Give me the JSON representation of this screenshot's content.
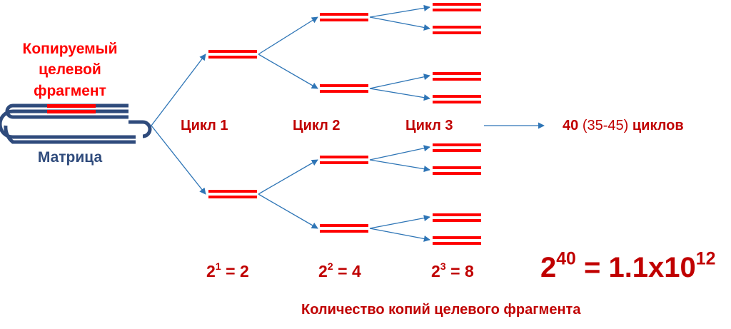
{
  "template": {
    "label_lines": [
      "Копируемый",
      "целевой",
      "фрагмент"
    ],
    "caption": "Матрица"
  },
  "cycles": [
    "Цикл 1",
    "Цикл 2",
    "Цикл 3"
  ],
  "total_cycles": {
    "count": "40",
    "range": "(35-45)",
    "unit": "циклов"
  },
  "powers": [
    {
      "base": "2",
      "exp": "1",
      "result": "= 2"
    },
    {
      "base": "2",
      "exp": "2",
      "result": "= 4"
    },
    {
      "base": "2",
      "exp": "3",
      "result": "= 8"
    }
  ],
  "final_power": {
    "base": "2",
    "exp": "40",
    "result": "= 1.1x10",
    "result_exp": "12"
  },
  "footer": "Количество копий целевого фрагмента",
  "colors": {
    "accent_red": "#c00000",
    "strand_red": "#ff0000",
    "template_navy": "#2f4b7c",
    "arrow_blue": "#2e75b6"
  }
}
